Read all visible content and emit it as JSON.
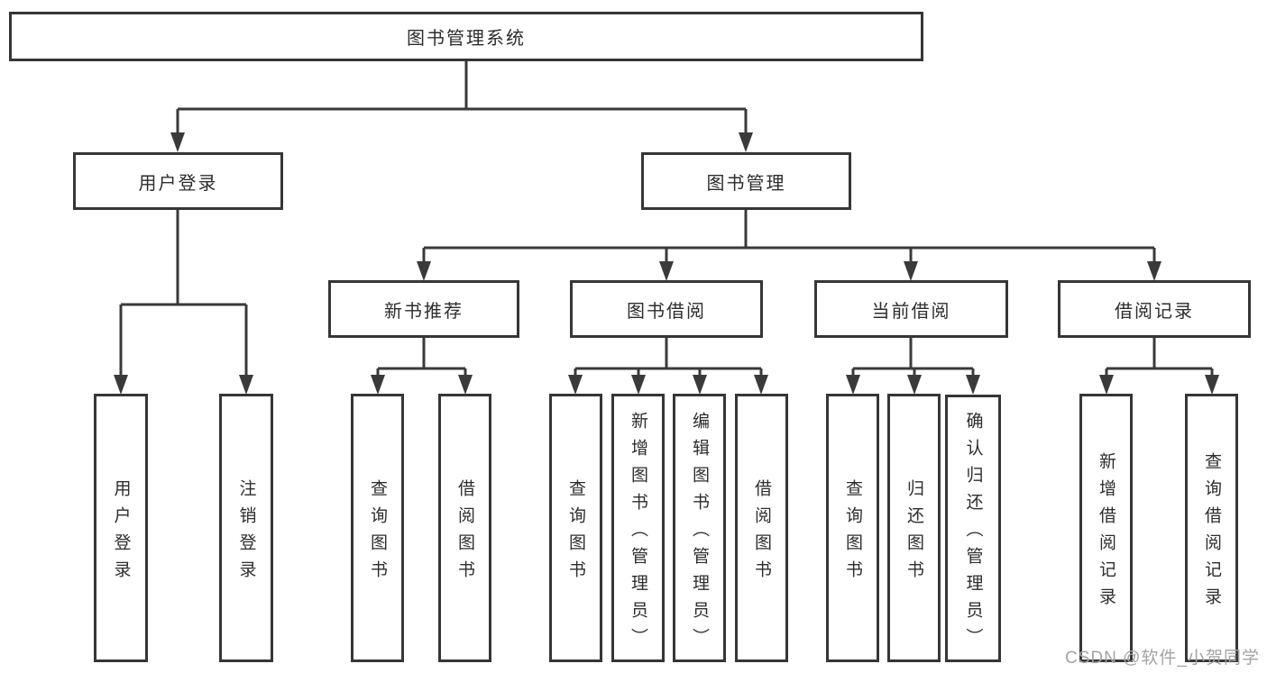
{
  "tree": {
    "label": "图书管理系统",
    "children": [
      {
        "label": "用户登录",
        "children": [
          {
            "label": "用户登录"
          },
          {
            "label": "注销登录"
          }
        ]
      },
      {
        "label": "图书管理",
        "children": [
          {
            "label": "新书推荐",
            "children": [
              {
                "label": "查询图书"
              },
              {
                "label": "借阅图书"
              }
            ]
          },
          {
            "label": "图书借阅",
            "children": [
              {
                "label": "查询图书"
              },
              {
                "label": "新增图书（管理员）"
              },
              {
                "label": "编辑图书（管理员）"
              },
              {
                "label": "借阅图书"
              }
            ]
          },
          {
            "label": "当前借阅",
            "children": [
              {
                "label": "查询图书"
              },
              {
                "label": "归还图书"
              },
              {
                "label": "确认归还（管理员）"
              }
            ]
          },
          {
            "label": "借阅记录",
            "children": [
              {
                "label": "新增借阅记录"
              },
              {
                "label": "查询借阅记录"
              }
            ]
          }
        ]
      }
    ]
  },
  "watermark": {
    "text": "CSDN @软件_小贺同学"
  },
  "colors": {
    "line": "#3a3a3a",
    "border": "#363636",
    "text": "#2d2d2d",
    "watermark": "#a3a3a3",
    "background": "#ffffff"
  }
}
